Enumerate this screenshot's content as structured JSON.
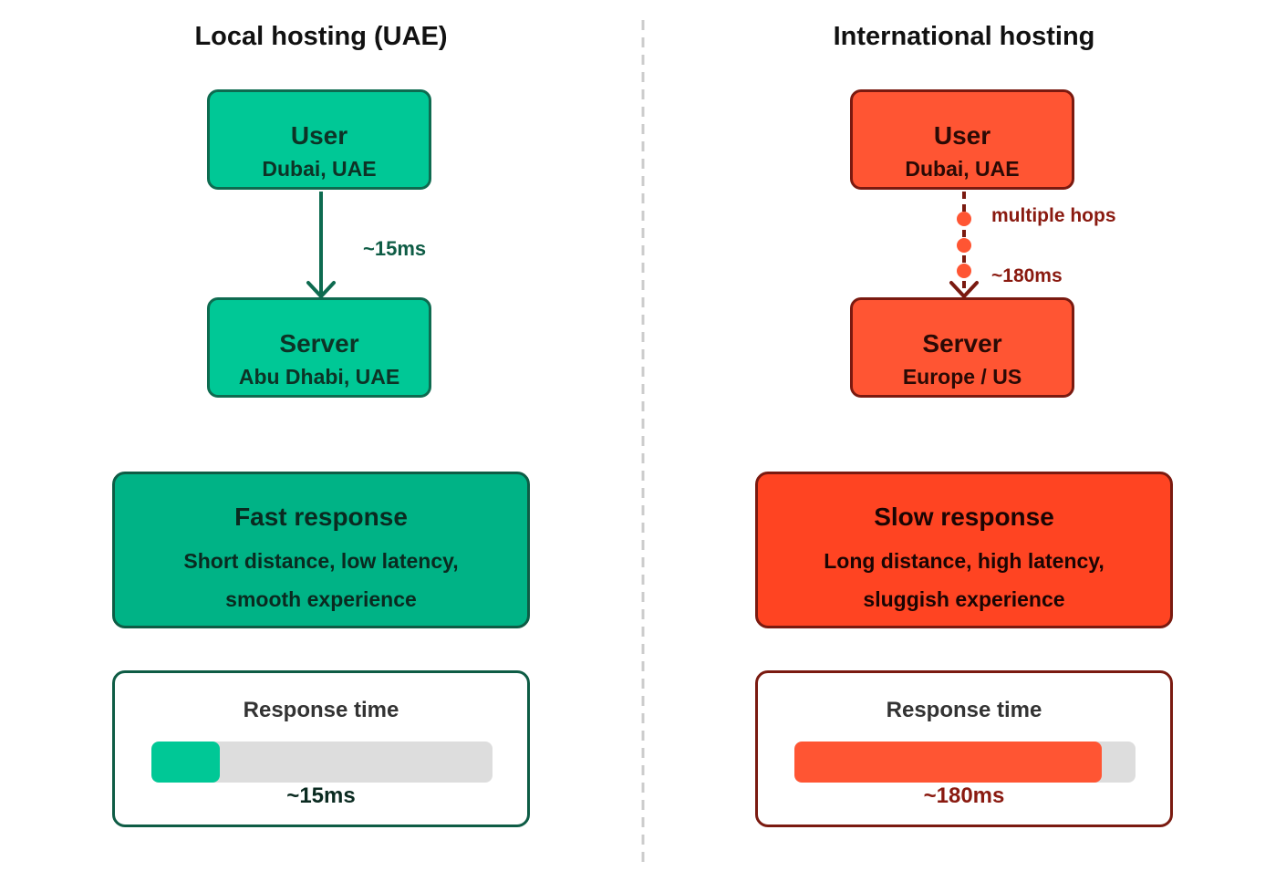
{
  "local": {
    "title": "Local hosting (UAE)",
    "user": {
      "title": "User",
      "location": "Dubai, UAE"
    },
    "server": {
      "title": "Server",
      "location": "Abu Dhabi, UAE"
    },
    "latency": "~15ms",
    "summary": {
      "title": "Fast response",
      "line1": "Short distance, low latency,",
      "line2": "smooth experience"
    },
    "meter": {
      "label": "Response time",
      "value_text": "~15ms",
      "fill_fraction": 0.2
    }
  },
  "international": {
    "title": "International hosting",
    "user": {
      "title": "User",
      "location": "Dubai, UAE"
    },
    "server": {
      "title": "Server",
      "location": "Europe / US"
    },
    "hops_label": "multiple hops",
    "latency": "~180ms",
    "summary": {
      "title": "Slow response",
      "line1": "Long distance, high latency,",
      "line2": "sluggish experience"
    },
    "meter": {
      "label": "Response time",
      "value_text": "~180ms",
      "fill_fraction": 0.9
    }
  },
  "colors": {
    "local_node": "#00c896",
    "local_border": "#0e6b50",
    "local_summary": "#00b386",
    "intl_node": "#ff5533",
    "intl_border": "#7a1a10",
    "intl_summary": "#ff4422",
    "track": "#dddddd",
    "divider": "#cccccc"
  }
}
